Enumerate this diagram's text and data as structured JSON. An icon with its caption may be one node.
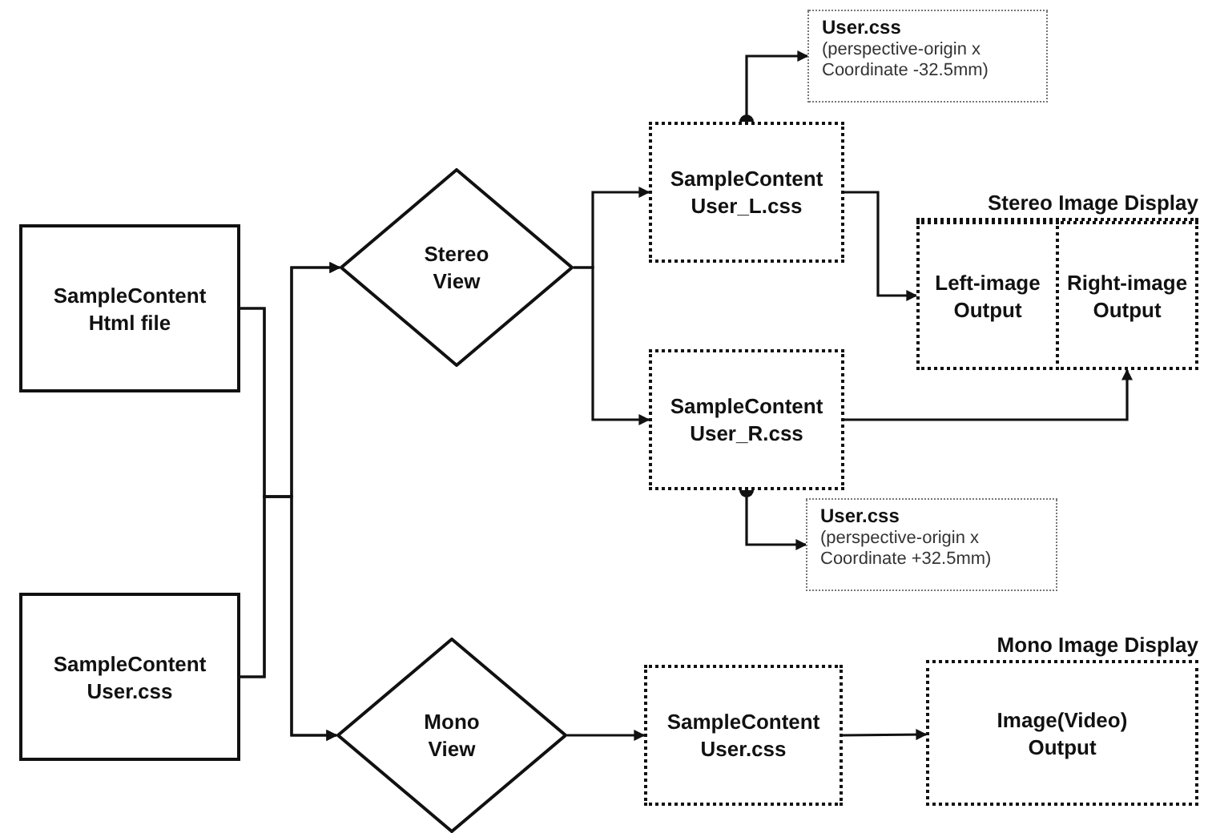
{
  "diagram": {
    "nodes": [
      {
        "text": [
          "SampleContent Html file"
        ]
      },
      {
        "text": [
          "SampleContent User.css"
        ]
      },
      {
        "text": [
          "Stereo View"
        ]
      },
      {
        "text": [
          "Mono View"
        ]
      },
      {
        "text": [
          "User.css",
          "(perspective-origin x Coordinate -32.5mm)"
        ]
      },
      {
        "text": [
          "SampleContent User_L.css"
        ]
      },
      {
        "text": [
          "Stereo Image Display"
        ]
      },
      {
        "text": [
          "Left-image Output"
        ],
        "in": 6
      },
      {
        "text": [
          "Right-image Output"
        ],
        "in": 6
      },
      {
        "text": [
          "SampleContent User_R.css"
        ]
      },
      {
        "text": [
          "User.css",
          "(perspective-origin x Coordinate +32.5mm)"
        ]
      },
      {
        "text": [
          "SampleContent User.css"
        ]
      },
      {
        "text": [
          "Mono Image Display",
          "Image(Video) Output"
        ]
      }
    ],
    "edges": [
      {
        "from": 0,
        "to": 2,
        "arrow": "to"
      },
      {
        "from": 0,
        "to": 3,
        "arrow": "to"
      },
      {
        "from": 1,
        "to": 2,
        "arrow": "to"
      },
      {
        "from": 1,
        "to": 3,
        "arrow": "to"
      },
      {
        "from": 2,
        "to": 5,
        "arrow": "to"
      },
      {
        "from": 2,
        "to": 9,
        "arrow": "to"
      },
      {
        "from": 5,
        "to": 4,
        "arrow": "to"
      },
      {
        "from": 5,
        "to": 7,
        "arrow": "to"
      },
      {
        "from": 9,
        "to": 8,
        "arrow": "to"
      },
      {
        "from": 9,
        "to": 10,
        "arrow": "to"
      },
      {
        "from": 3,
        "to": 11,
        "arrow": "to"
      },
      {
        "from": 11,
        "to": 12,
        "arrow": "to"
      }
    ]
  }
}
